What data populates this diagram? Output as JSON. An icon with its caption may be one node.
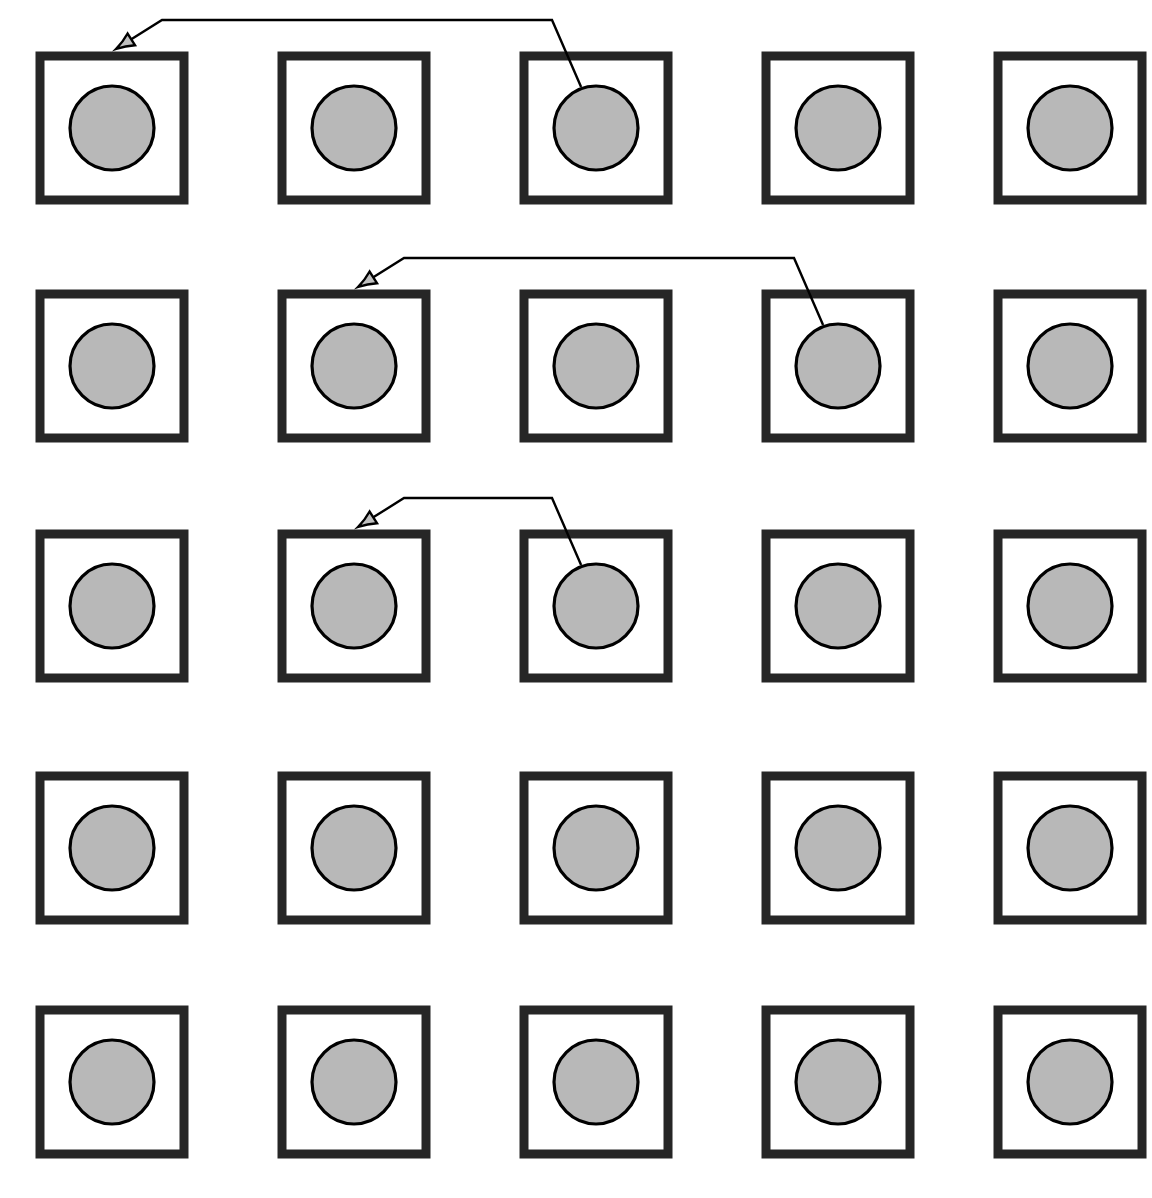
{
  "diagram": {
    "nodes": [
      {
        "text": [],
        "shape": "box"
      },
      {
        "text": [],
        "shape": "circle",
        "in": 0
      },
      {
        "text": [],
        "shape": "box"
      },
      {
        "text": [],
        "shape": "circle",
        "in": 2
      },
      {
        "text": [],
        "shape": "box"
      },
      {
        "text": [],
        "shape": "circle",
        "in": 4
      },
      {
        "text": [],
        "shape": "box"
      },
      {
        "text": [],
        "shape": "circle",
        "in": 6
      },
      {
        "text": [],
        "shape": "box"
      },
      {
        "text": [],
        "shape": "circle",
        "in": 8
      },
      {
        "text": [],
        "shape": "box"
      },
      {
        "text": [],
        "shape": "circle",
        "in": 10
      },
      {
        "text": [],
        "shape": "box"
      },
      {
        "text": [],
        "shape": "circle",
        "in": 12
      },
      {
        "text": [],
        "shape": "box"
      },
      {
        "text": [],
        "shape": "circle",
        "in": 14
      },
      {
        "text": [],
        "shape": "box"
      },
      {
        "text": [],
        "shape": "circle",
        "in": 16
      },
      {
        "text": [],
        "shape": "box"
      },
      {
        "text": [],
        "shape": "circle",
        "in": 18
      },
      {
        "text": [],
        "shape": "box"
      },
      {
        "text": [],
        "shape": "circle",
        "in": 20
      },
      {
        "text": [],
        "shape": "box"
      },
      {
        "text": [],
        "shape": "circle",
        "in": 22
      },
      {
        "text": [],
        "shape": "box"
      },
      {
        "text": [],
        "shape": "circle",
        "in": 24
      },
      {
        "text": [],
        "shape": "box"
      },
      {
        "text": [],
        "shape": "circle",
        "in": 26
      },
      {
        "text": [],
        "shape": "box"
      },
      {
        "text": [],
        "shape": "circle",
        "in": 28
      },
      {
        "text": [],
        "shape": "box"
      },
      {
        "text": [],
        "shape": "circle",
        "in": 30
      },
      {
        "text": [],
        "shape": "box"
      },
      {
        "text": [],
        "shape": "circle",
        "in": 32
      },
      {
        "text": [],
        "shape": "box"
      },
      {
        "text": [],
        "shape": "circle",
        "in": 34
      },
      {
        "text": [],
        "shape": "box"
      },
      {
        "text": [],
        "shape": "circle",
        "in": 36
      },
      {
        "text": [],
        "shape": "box"
      },
      {
        "text": [],
        "shape": "circle",
        "in": 38
      },
      {
        "text": [],
        "shape": "box"
      },
      {
        "text": [],
        "shape": "circle",
        "in": 40
      },
      {
        "text": [],
        "shape": "box"
      },
      {
        "text": [],
        "shape": "circle",
        "in": 42
      },
      {
        "text": [],
        "shape": "box"
      },
      {
        "text": [],
        "shape": "circle",
        "in": 44
      },
      {
        "text": [],
        "shape": "box"
      },
      {
        "text": [],
        "shape": "circle",
        "in": 46
      },
      {
        "text": [],
        "shape": "box"
      },
      {
        "text": [],
        "shape": "circle",
        "in": 48
      }
    ],
    "edges": [
      {
        "from": 5,
        "to": 0,
        "arrow": "to"
      },
      {
        "from": 17,
        "to": 12,
        "arrow": "to"
      },
      {
        "from": 25,
        "to": 22,
        "arrow": "to"
      }
    ]
  }
}
